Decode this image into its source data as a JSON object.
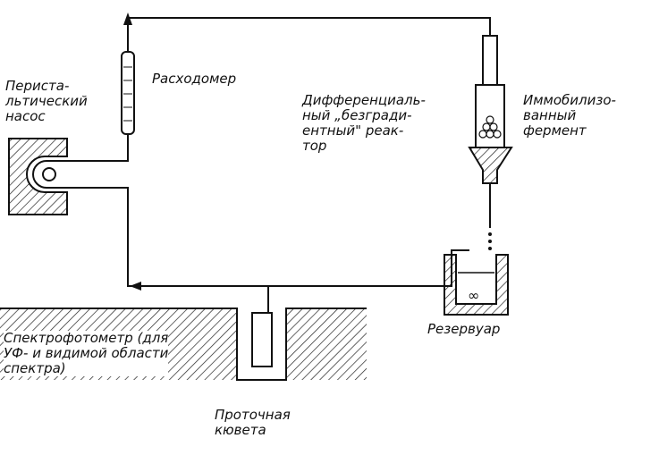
{
  "labels": {
    "pump": "Перистa-\nльтический\nнасос",
    "flowmeter": "Расходомер",
    "reactor": "Дифференциаль-\nный „безгради-\nентный\" реак-\nтор",
    "enzyme": "Иммобилизо-\nванный\nфермент",
    "reservoir": "Резервуар",
    "spectro": "Спектрофотометр (для\nУФ- и видимой области\nспектра)",
    "cuvette": "Проточная\nкювета"
  }
}
